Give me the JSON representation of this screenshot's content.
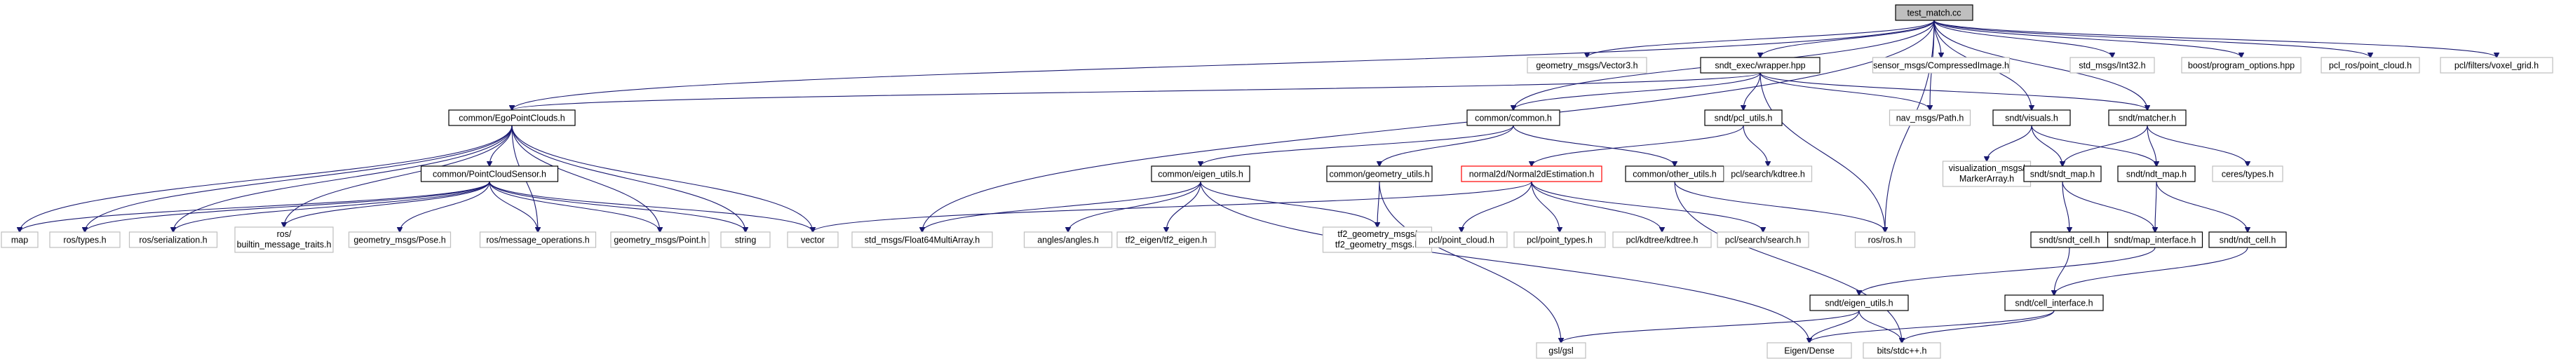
{
  "graph": {
    "title": "Include dependency graph for test_match.cc",
    "edge_color": "#191970",
    "root_fill": "#bfbfbf",
    "system_header_border": "#bfbfbf",
    "highlight_border": "#ff0000",
    "nodes": [
      {
        "id": "root",
        "label": "test_match.cc",
        "kind": "root"
      },
      {
        "id": "ego",
        "label": "common/EgoPointClouds.h",
        "kind": "local"
      },
      {
        "id": "common",
        "label": "common/common.h",
        "kind": "local"
      },
      {
        "id": "vector3",
        "label": "geometry_msgs/Vector3.h",
        "kind": "system"
      },
      {
        "id": "wrapper",
        "label": "sndt_exec/wrapper.hpp",
        "kind": "local"
      },
      {
        "id": "compimg",
        "label": "sensor_msgs/CompressedImage.h",
        "kind": "system"
      },
      {
        "id": "int32",
        "label": "std_msgs/Int32.h",
        "kind": "system"
      },
      {
        "id": "progopt",
        "label": "boost/program_options.hpp",
        "kind": "system"
      },
      {
        "id": "pclros",
        "label": "pcl_ros/point_cloud.h",
        "kind": "system"
      },
      {
        "id": "voxel",
        "label": "pcl/filters/voxel_grid.h",
        "kind": "system"
      },
      {
        "id": "pclutils",
        "label": "sndt/pcl_utils.h",
        "kind": "local"
      },
      {
        "id": "navpath",
        "label": "nav_msgs/Path.h",
        "kind": "system"
      },
      {
        "id": "visuals",
        "label": "sndt/visuals.h",
        "kind": "local"
      },
      {
        "id": "matcher",
        "label": "sndt/matcher.h",
        "kind": "local"
      },
      {
        "id": "pcs",
        "label": "common/PointCloudSensor.h",
        "kind": "local"
      },
      {
        "id": "eigenutils",
        "label": "common/eigen_utils.h",
        "kind": "local"
      },
      {
        "id": "geomutils",
        "label": "common/geometry_utils.h",
        "kind": "local"
      },
      {
        "id": "normal2d",
        "label": "normal2d/Normal2dEstimation.h",
        "kind": "highlight"
      },
      {
        "id": "otherutils",
        "label": "common/other_utils.h",
        "kind": "local"
      },
      {
        "id": "kdtree",
        "label": "pcl/search/kdtree.h",
        "kind": "system"
      },
      {
        "id": "markerarr",
        "label": "visualization_msgs/MarkerArray.h",
        "kind": "system"
      },
      {
        "id": "sndtmap",
        "label": "sndt/sndt_map.h",
        "kind": "local"
      },
      {
        "id": "ndtmap",
        "label": "sndt/ndt_map.h",
        "kind": "local"
      },
      {
        "id": "ceres",
        "label": "ceres/types.h",
        "kind": "system"
      },
      {
        "id": "map",
        "label": "map",
        "kind": "system"
      },
      {
        "id": "rostypes",
        "label": "ros/types.h",
        "kind": "system"
      },
      {
        "id": "rosser",
        "label": "ros/serialization.h",
        "kind": "system"
      },
      {
        "id": "rosbuiltin",
        "label": "ros/builtin_message_traits.h",
        "kind": "system"
      },
      {
        "id": "pose",
        "label": "geometry_msgs/Pose.h",
        "kind": "system"
      },
      {
        "id": "msgops",
        "label": "ros/message_operations.h",
        "kind": "system"
      },
      {
        "id": "point",
        "label": "geometry_msgs/Point.h",
        "kind": "system"
      },
      {
        "id": "string",
        "label": "string",
        "kind": "system"
      },
      {
        "id": "vector",
        "label": "vector",
        "kind": "system"
      },
      {
        "id": "f64arr",
        "label": "std_msgs/Float64MultiArray.h",
        "kind": "system"
      },
      {
        "id": "angles",
        "label": "angles/angles.h",
        "kind": "system"
      },
      {
        "id": "tf2eigen",
        "label": "tf2_eigen/tf2_eigen.h",
        "kind": "system"
      },
      {
        "id": "tf2geom",
        "label": "tf2_geometry_msgs/tf2_geometry_msgs.h",
        "kind": "system"
      },
      {
        "id": "pclpc",
        "label": "pcl/point_cloud.h",
        "kind": "system"
      },
      {
        "id": "pclpt",
        "label": "pcl/point_types.h",
        "kind": "system"
      },
      {
        "id": "pclkdtree",
        "label": "pcl/kdtree/kdtree.h",
        "kind": "system"
      },
      {
        "id": "pclsearch",
        "label": "pcl/search/search.h",
        "kind": "system"
      },
      {
        "id": "rosros",
        "label": "ros/ros.h",
        "kind": "system"
      },
      {
        "id": "sndtcell",
        "label": "sndt/sndt_cell.h",
        "kind": "local"
      },
      {
        "id": "mapiface",
        "label": "sndt/map_interface.h",
        "kind": "local"
      },
      {
        "id": "ndtcell",
        "label": "sndt/ndt_cell.h",
        "kind": "local"
      },
      {
        "id": "sndteigen",
        "label": "sndt/eigen_utils.h",
        "kind": "local"
      },
      {
        "id": "celliface",
        "label": "sndt/cell_interface.h",
        "kind": "local"
      },
      {
        "id": "gsl",
        "label": "gsl/gsl",
        "kind": "system"
      },
      {
        "id": "eigendense",
        "label": "Eigen/Dense",
        "kind": "system"
      },
      {
        "id": "bits",
        "label": "bits/stdc++.h",
        "kind": "system"
      }
    ],
    "edges": [
      [
        "root",
        "ego"
      ],
      [
        "root",
        "common"
      ],
      [
        "root",
        "vector3"
      ],
      [
        "root",
        "wrapper"
      ],
      [
        "root",
        "compimg"
      ],
      [
        "root",
        "int32"
      ],
      [
        "root",
        "progopt"
      ],
      [
        "root",
        "pclros"
      ],
      [
        "root",
        "voxel"
      ],
      [
        "root",
        "navpath"
      ],
      [
        "root",
        "visuals"
      ],
      [
        "root",
        "matcher"
      ],
      [
        "root",
        "f64arr"
      ],
      [
        "root",
        "rosros"
      ],
      [
        "wrapper",
        "ego"
      ],
      [
        "wrapper",
        "common"
      ],
      [
        "wrapper",
        "pclutils"
      ],
      [
        "wrapper",
        "navpath"
      ],
      [
        "wrapper",
        "matcher"
      ],
      [
        "wrapper",
        "rosros"
      ],
      [
        "ego",
        "pcs"
      ],
      [
        "ego",
        "map"
      ],
      [
        "ego",
        "rostypes"
      ],
      [
        "ego",
        "rosser"
      ],
      [
        "ego",
        "rosbuiltin"
      ],
      [
        "ego",
        "msgops"
      ],
      [
        "ego",
        "point"
      ],
      [
        "ego",
        "string"
      ],
      [
        "ego",
        "vector"
      ],
      [
        "pcs",
        "map"
      ],
      [
        "pcs",
        "rostypes"
      ],
      [
        "pcs",
        "rosser"
      ],
      [
        "pcs",
        "rosbuiltin"
      ],
      [
        "pcs",
        "pose"
      ],
      [
        "pcs",
        "msgops"
      ],
      [
        "pcs",
        "point"
      ],
      [
        "pcs",
        "string"
      ],
      [
        "pcs",
        "vector"
      ],
      [
        "common",
        "eigenutils"
      ],
      [
        "common",
        "geomutils"
      ],
      [
        "common",
        "otherutils"
      ],
      [
        "eigenutils",
        "f64arr"
      ],
      [
        "eigenutils",
        "angles"
      ],
      [
        "eigenutils",
        "tf2eigen"
      ],
      [
        "eigenutils",
        "tf2geom"
      ],
      [
        "eigenutils",
        "eigendense"
      ],
      [
        "geomutils",
        "tf2geom"
      ],
      [
        "geomutils",
        "gsl"
      ],
      [
        "otherutils",
        "rosros"
      ],
      [
        "otherutils",
        "bits"
      ],
      [
        "pclutils",
        "kdtree"
      ],
      [
        "pclutils",
        "normal2d"
      ],
      [
        "normal2d",
        "vector"
      ],
      [
        "normal2d",
        "pclpc"
      ],
      [
        "normal2d",
        "pclpt"
      ],
      [
        "normal2d",
        "pclkdtree"
      ],
      [
        "normal2d",
        "pclsearch"
      ],
      [
        "visuals",
        "markerarr"
      ],
      [
        "visuals",
        "sndtmap"
      ],
      [
        "visuals",
        "ndtmap"
      ],
      [
        "matcher",
        "sndtmap"
      ],
      [
        "matcher",
        "ndtmap"
      ],
      [
        "matcher",
        "ceres"
      ],
      [
        "sndtmap",
        "sndtcell"
      ],
      [
        "sndtmap",
        "mapiface"
      ],
      [
        "ndtmap",
        "mapiface"
      ],
      [
        "ndtmap",
        "ndtcell"
      ],
      [
        "mapiface",
        "sndteigen"
      ],
      [
        "sndtcell",
        "celliface"
      ],
      [
        "ndtcell",
        "celliface"
      ],
      [
        "sndteigen",
        "gsl"
      ],
      [
        "sndteigen",
        "eigendense"
      ],
      [
        "sndteigen",
        "bits"
      ],
      [
        "celliface",
        "eigendense"
      ],
      [
        "celliface",
        "bits"
      ]
    ]
  }
}
